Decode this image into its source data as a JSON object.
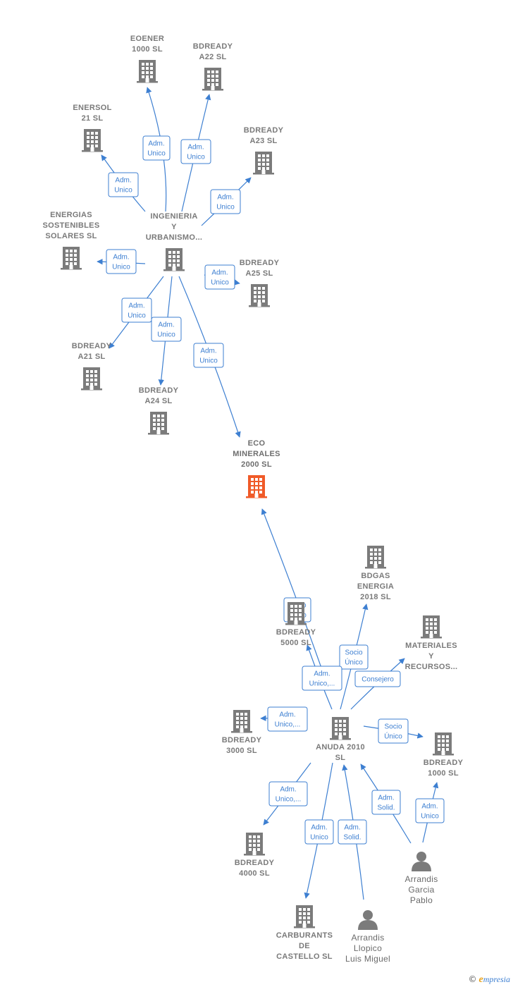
{
  "colors": {
    "edge": "#3d7fd1",
    "company": "#7b7b7b",
    "focus": "#f05a28",
    "person": "#7b7b7b"
  },
  "nodes": [
    {
      "id": "ingenieria",
      "kind": "company",
      "lines": [
        "INGENIERIA",
        "Y",
        "URBANISMO..."
      ]
    },
    {
      "id": "eco",
      "kind": "focus",
      "lines": [
        "ECO",
        "MINERALES",
        "2000  SL"
      ]
    },
    {
      "id": "eoener",
      "kind": "company",
      "lines": [
        "EOENER",
        "1000  SL"
      ]
    },
    {
      "id": "bdready_a22",
      "kind": "company",
      "lines": [
        "BDREADY",
        "A22  SL"
      ]
    },
    {
      "id": "enersol",
      "kind": "company",
      "lines": [
        "ENERSOL",
        "21  SL"
      ]
    },
    {
      "id": "bdready_a23",
      "kind": "company",
      "lines": [
        "BDREADY",
        "A23  SL"
      ]
    },
    {
      "id": "energias",
      "kind": "company",
      "lines": [
        "ENERGIAS",
        "SOSTENIBLES",
        "SOLARES  SL"
      ]
    },
    {
      "id": "bdready_a25",
      "kind": "company",
      "lines": [
        "BDREADY",
        "A25  SL"
      ]
    },
    {
      "id": "bdready_a21",
      "kind": "company",
      "lines": [
        "BDREADY",
        "A21  SL"
      ]
    },
    {
      "id": "bdready_a24",
      "kind": "company",
      "lines": [
        "BDREADY",
        "A24  SL"
      ]
    },
    {
      "id": "anuda",
      "kind": "company",
      "lines": [
        "ANUDA 2010",
        "SL"
      ]
    },
    {
      "id": "bdgas",
      "kind": "company",
      "lines": [
        "BDGAS",
        "ENERGIA",
        "2018  SL"
      ]
    },
    {
      "id": "bdready_5000",
      "kind": "company",
      "lines": [
        "BDREADY",
        "5000  SL"
      ]
    },
    {
      "id": "materiales",
      "kind": "company",
      "lines": [
        "MATERIALES",
        "Y",
        "RECURSOS..."
      ]
    },
    {
      "id": "bdready_3000",
      "kind": "company",
      "lines": [
        "BDREADY",
        "3000  SL"
      ]
    },
    {
      "id": "bdready_1000",
      "kind": "company",
      "lines": [
        "BDREADY",
        "1000  SL"
      ]
    },
    {
      "id": "bdready_4000",
      "kind": "company",
      "lines": [
        "BDREADY",
        "4000  SL"
      ]
    },
    {
      "id": "carburants",
      "kind": "company",
      "lines": [
        "CARBURANTS",
        "DE",
        "CASTELLO  SL"
      ]
    },
    {
      "id": "arrandis_llopico",
      "kind": "person",
      "lines": [
        "Arrandis",
        "Llopico",
        "Luis Miguel"
      ]
    },
    {
      "id": "arrandis_garcia",
      "kind": "person",
      "lines": [
        "Arrandis",
        "Garcia",
        "Pablo"
      ]
    }
  ],
  "edges": [
    {
      "label": [
        "Adm.",
        "Unico"
      ]
    },
    {
      "label": [
        "Adm.",
        "Unico"
      ]
    },
    {
      "label": [
        "Adm.",
        "Unico"
      ]
    },
    {
      "label": [
        "Adm.",
        "Unico"
      ]
    },
    {
      "label": [
        "Adm.",
        "Unico"
      ]
    },
    {
      "label": [
        "Adm.",
        "Unico"
      ]
    },
    {
      "label": [
        "Adm.",
        "Unico"
      ]
    },
    {
      "label": [
        "Adm.",
        "Unico"
      ]
    },
    {
      "label": [
        "Adm.",
        "Unico"
      ]
    },
    {
      "label": [
        "Socio",
        "Único"
      ]
    },
    {
      "label": [
        "Socio",
        "Único"
      ]
    },
    {
      "label": [
        "Adm.",
        "Unico,..."
      ]
    },
    {
      "label": [
        "Consejero"
      ]
    },
    {
      "label": [
        "Adm.",
        "Unico,..."
      ]
    },
    {
      "label": [
        "Socio",
        "Único"
      ]
    },
    {
      "label": [
        "Adm.",
        "Unico,..."
      ]
    },
    {
      "label": [
        "Adm.",
        "Unico"
      ]
    },
    {
      "label": [
        "Adm.",
        "Solid."
      ]
    },
    {
      "label": [
        "Adm.",
        "Solid."
      ]
    },
    {
      "label": [
        "Adm.",
        "Unico"
      ]
    }
  ],
  "footer": {
    "copyright": "©",
    "brand_initial": "e",
    "brand_rest": "mpresia"
  }
}
